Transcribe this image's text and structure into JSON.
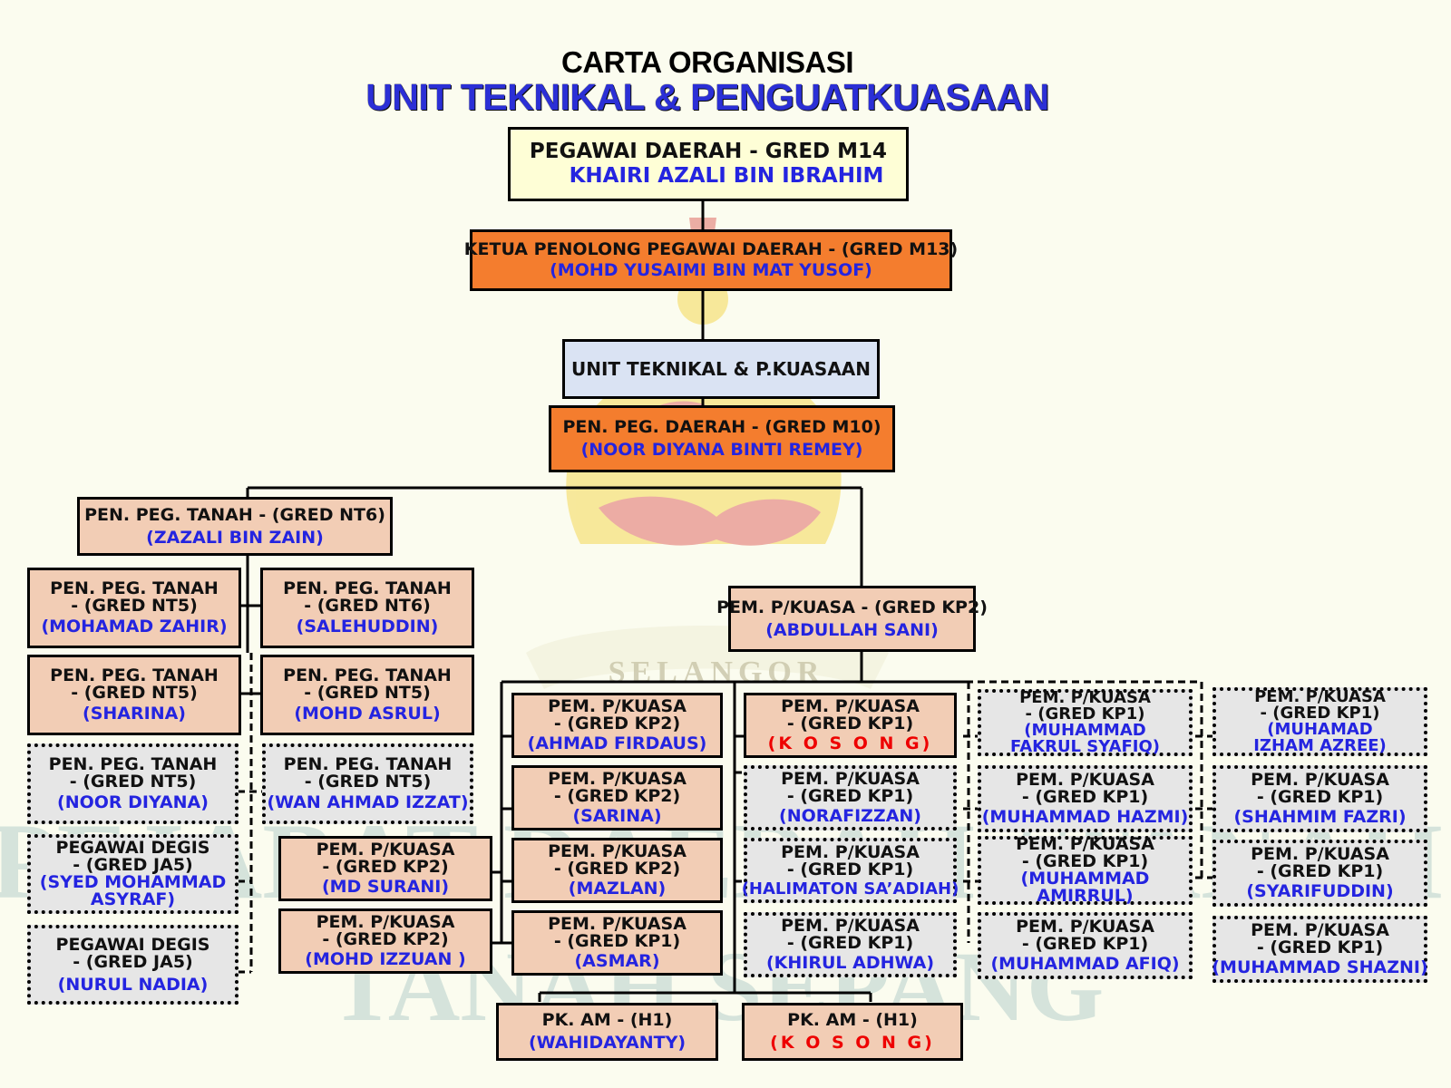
{
  "title": "CARTA ORGANISASI",
  "subtitle": "UNIT TEKNIKAL & PENGUATKUASAAN",
  "watermark": {
    "emblem_text": "SELANGOR",
    "line1": "PEJABAT DAERAH / TANAH",
    "line2": "TANAH SEPANG"
  },
  "nodes": {
    "pegawai_daerah": {
      "lines": [
        "PEGAWAI DAERAH - GRED M14"
      ],
      "name": "KHAIRI AZALI BIN IBRAHIM"
    },
    "ketua_penolong": {
      "lines": [
        "KETUA PENOLONG PEGAWAI DAERAH - (GRED M13)"
      ],
      "name": "(MOHD YUSAIMI BIN MAT YUSOF)"
    },
    "unit": {
      "lines": [
        "UNIT TEKNIKAL & P.KUASAAN"
      ],
      "name": ""
    },
    "pen_peg_daerah": {
      "lines": [
        "PEN. PEG. DAERAH - (GRED M10)"
      ],
      "name": "(NOOR DIYANA BINTI REMEY)"
    },
    "ppt_zazali": {
      "lines": [
        "PEN. PEG. TANAH - (GRED NT6)"
      ],
      "name": "(ZAZALI BIN ZAIN)"
    },
    "ppt_zahir": {
      "lines": [
        "PEN. PEG. TANAH",
        "- (GRED NT5)"
      ],
      "name": "(MOHAMAD ZAHIR)"
    },
    "ppt_salehuddin": {
      "lines": [
        "PEN. PEG. TANAH",
        "- (GRED NT6)"
      ],
      "name": "(SALEHUDDIN)"
    },
    "ppt_sharina": {
      "lines": [
        "PEN. PEG. TANAH",
        "- (GRED NT5)"
      ],
      "name": "(SHARINA)"
    },
    "ppt_asrul": {
      "lines": [
        "PEN. PEG. TANAH",
        "- (GRED NT5)"
      ],
      "name": "(MOHD ASRUL)"
    },
    "ppt_noor_diyana": {
      "lines": [
        "PEN. PEG. TANAH",
        "- (GRED NT5)"
      ],
      "name": "(NOOR DIYANA)"
    },
    "ppt_wan": {
      "lines": [
        "PEN. PEG. TANAH",
        "- (GRED NT5)"
      ],
      "name": "(WAN AHMAD IZZAT)"
    },
    "degis_syed": {
      "lines": [
        "PEGAWAI DEGIS",
        "- (GRED JA5)"
      ],
      "name": "(SYED MOHAMMAD ASYRAF)"
    },
    "degis_nurul": {
      "lines": [
        "PEGAWAI DEGIS",
        "- (GRED JA5)"
      ],
      "name": "(NURUL NADIA)"
    },
    "pk_md_surani": {
      "lines": [
        "PEM. P/KUASA",
        "- (GRED KP2)"
      ],
      "name": "(MD SURANI)"
    },
    "pk_izzuan": {
      "lines": [
        "PEM. P/KUASA",
        "- (GRED KP2)"
      ],
      "name": "(MOHD IZZUAN )"
    },
    "pk_abdullah": {
      "lines": [
        "PEM. P/KUASA - (GRED KP2)"
      ],
      "name": "(ABDULLAH SANI)"
    },
    "pk_firdaus": {
      "lines": [
        "PEM. P/KUASA",
        "- (GRED KP2)"
      ],
      "name": "(AHMAD FIRDAUS)"
    },
    "pk_sarina": {
      "lines": [
        "PEM. P/KUASA",
        "- (GRED KP2)"
      ],
      "name": "(SARINA)"
    },
    "pk_mazlan": {
      "lines": [
        "PEM. P/KUASA",
        "- (GRED KP2)"
      ],
      "name": "(MAZLAN)"
    },
    "pk_asmar": {
      "lines": [
        "PEM. P/KUASA",
        "- (GRED KP1)"
      ],
      "name": "(ASMAR)"
    },
    "pk_kosong": {
      "lines": [
        "PEM. P/KUASA",
        "- (GRED KP1)"
      ],
      "name": "(K O S O N G)"
    },
    "pk_norafizzan": {
      "lines": [
        "PEM. P/KUASA",
        "- (GRED KP1)"
      ],
      "name": "(NORAFIZZAN)"
    },
    "pk_halimaton": {
      "lines": [
        "PEM. P/KUASA",
        "- (GRED KP1)"
      ],
      "name": "(HALIMATON SA’ADIAH)"
    },
    "pk_khirul": {
      "lines": [
        "PEM. P/KUASA",
        "- (GRED KP1)"
      ],
      "name": "(KHIRUL ADHWA)"
    },
    "pk_fakrul": {
      "lines": [
        "PEM. P/KUASA",
        "- (GRED KP1)"
      ],
      "name": "(MUHAMMAD FAKRUL SYAFIQ)"
    },
    "pk_hazmi": {
      "lines": [
        "PEM. P/KUASA",
        "- (GRED KP1)"
      ],
      "name": "(MUHAMMAD HAZMI)"
    },
    "pk_amirrul": {
      "lines": [
        "PEM. P/KUASA",
        "- (GRED KP1)"
      ],
      "name": "(MUHAMMAD AMIRRUL)"
    },
    "pk_afiq": {
      "lines": [
        "PEM. P/KUASA",
        "- (GRED KP1)"
      ],
      "name": "(MUHAMMAD AFIQ)"
    },
    "pk_izham": {
      "lines": [
        "PEM. P/KUASA",
        "- (GRED KP1)"
      ],
      "name": "(MUHAMAD IZHAM AZREE)"
    },
    "pk_shahmim": {
      "lines": [
        "PEM. P/KUASA",
        "- (GRED KP1)"
      ],
      "name": "(SHAHMIM FAZRI)"
    },
    "pk_syarifuddin": {
      "lines": [
        "PEM. P/KUASA",
        "- (GRED KP1)"
      ],
      "name": "(SYARIFUDDIN)"
    },
    "pk_shazni": {
      "lines": [
        "PEM. P/KUASA",
        "- (GRED KP1)"
      ],
      "name": "(MUHAMMAD SHAZNI)"
    },
    "am_wahidayanty": {
      "lines": [
        "PK. AM - (H1)"
      ],
      "name": "(WAHIDAYANTY)"
    },
    "am_kosong": {
      "lines": [
        "PK. AM - (H1)"
      ],
      "name": "(K O S O N G)"
    }
  }
}
